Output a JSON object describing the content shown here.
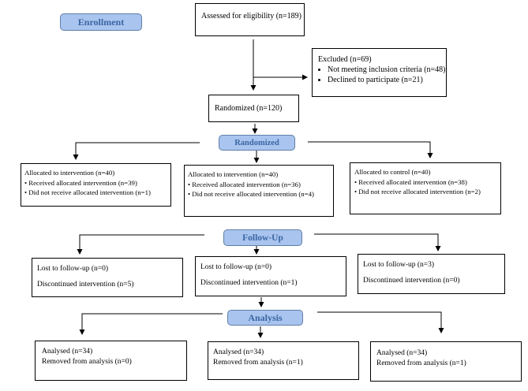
{
  "stages": {
    "enrollment": "Enrollment",
    "randomized": "Randomized",
    "follow_up": "Follow-Up",
    "analysis": "Analysis"
  },
  "assessed": "Assessed for eligibility (n=189)",
  "excluded": {
    "title": "Excluded (n=69)",
    "items": [
      "Not meeting inclusion criteria (n=48)",
      "Declined to participate (n=21)"
    ]
  },
  "randomized_box": "Randomized (n=120)",
  "allocation": [
    {
      "title": "Allocated to intervention (n=40)",
      "received": "• Received allocated intervention (n=39)",
      "not_received": "• Did not receive allocated intervention (n=1)"
    },
    {
      "title": "Allocated to intervention (n=40)",
      "received": "• Received allocated intervention (n=36)",
      "not_received": "• Did not receive allocated intervention (n=4)"
    },
    {
      "title": "Allocated to control (n=40)",
      "received": "• Received allocated intervention (n=38)",
      "not_received": "• Did not receive allocated intervention (n=2)"
    }
  ],
  "follow_up": [
    {
      "lost": "Lost to follow-up (n=0)",
      "discontinued": "Discontinued intervention (n=5)"
    },
    {
      "lost": "Lost to follow-up (n=0)",
      "discontinued": "Discontinued intervention (n=1)"
    },
    {
      "lost": "Lost to follow-up (n=3)",
      "discontinued": "Discontinued intervention (n=0)"
    }
  ],
  "analysis": [
    {
      "analysed": "Analysed (n=34)",
      "removed": "Removed from analysis (n=0)"
    },
    {
      "analysed": "Analysed (n=34)",
      "removed": "Removed from analysis (n=1)"
    },
    {
      "analysed": "Analysed (n=34)",
      "removed": "Removed from analysis (n=1)"
    }
  ]
}
